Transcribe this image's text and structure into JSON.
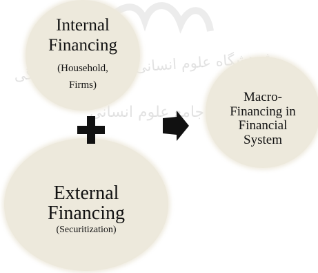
{
  "watermark": {
    "line1": "پژوهشگاه علوم انسانی و مطالعات فرهنگی",
    "line2": "پرتال جامع علوم انسانی"
  },
  "internal": {
    "title_line1": "Internal",
    "title_line2": "Financing",
    "sub_line1": "(Household,",
    "sub_line2": "Firms)"
  },
  "macro": {
    "line1": "Macro-",
    "line2": "Financing in",
    "line3": "Financial",
    "line4": "System"
  },
  "external": {
    "title_line1": "External",
    "title_line2": "Financing",
    "sub": "(Securitization)"
  },
  "colors": {
    "circle_fill": "#ede9dc",
    "symbol_fill": "#111111"
  },
  "icons": {
    "plus": "plus-icon",
    "arrow": "right-arrow-icon"
  }
}
